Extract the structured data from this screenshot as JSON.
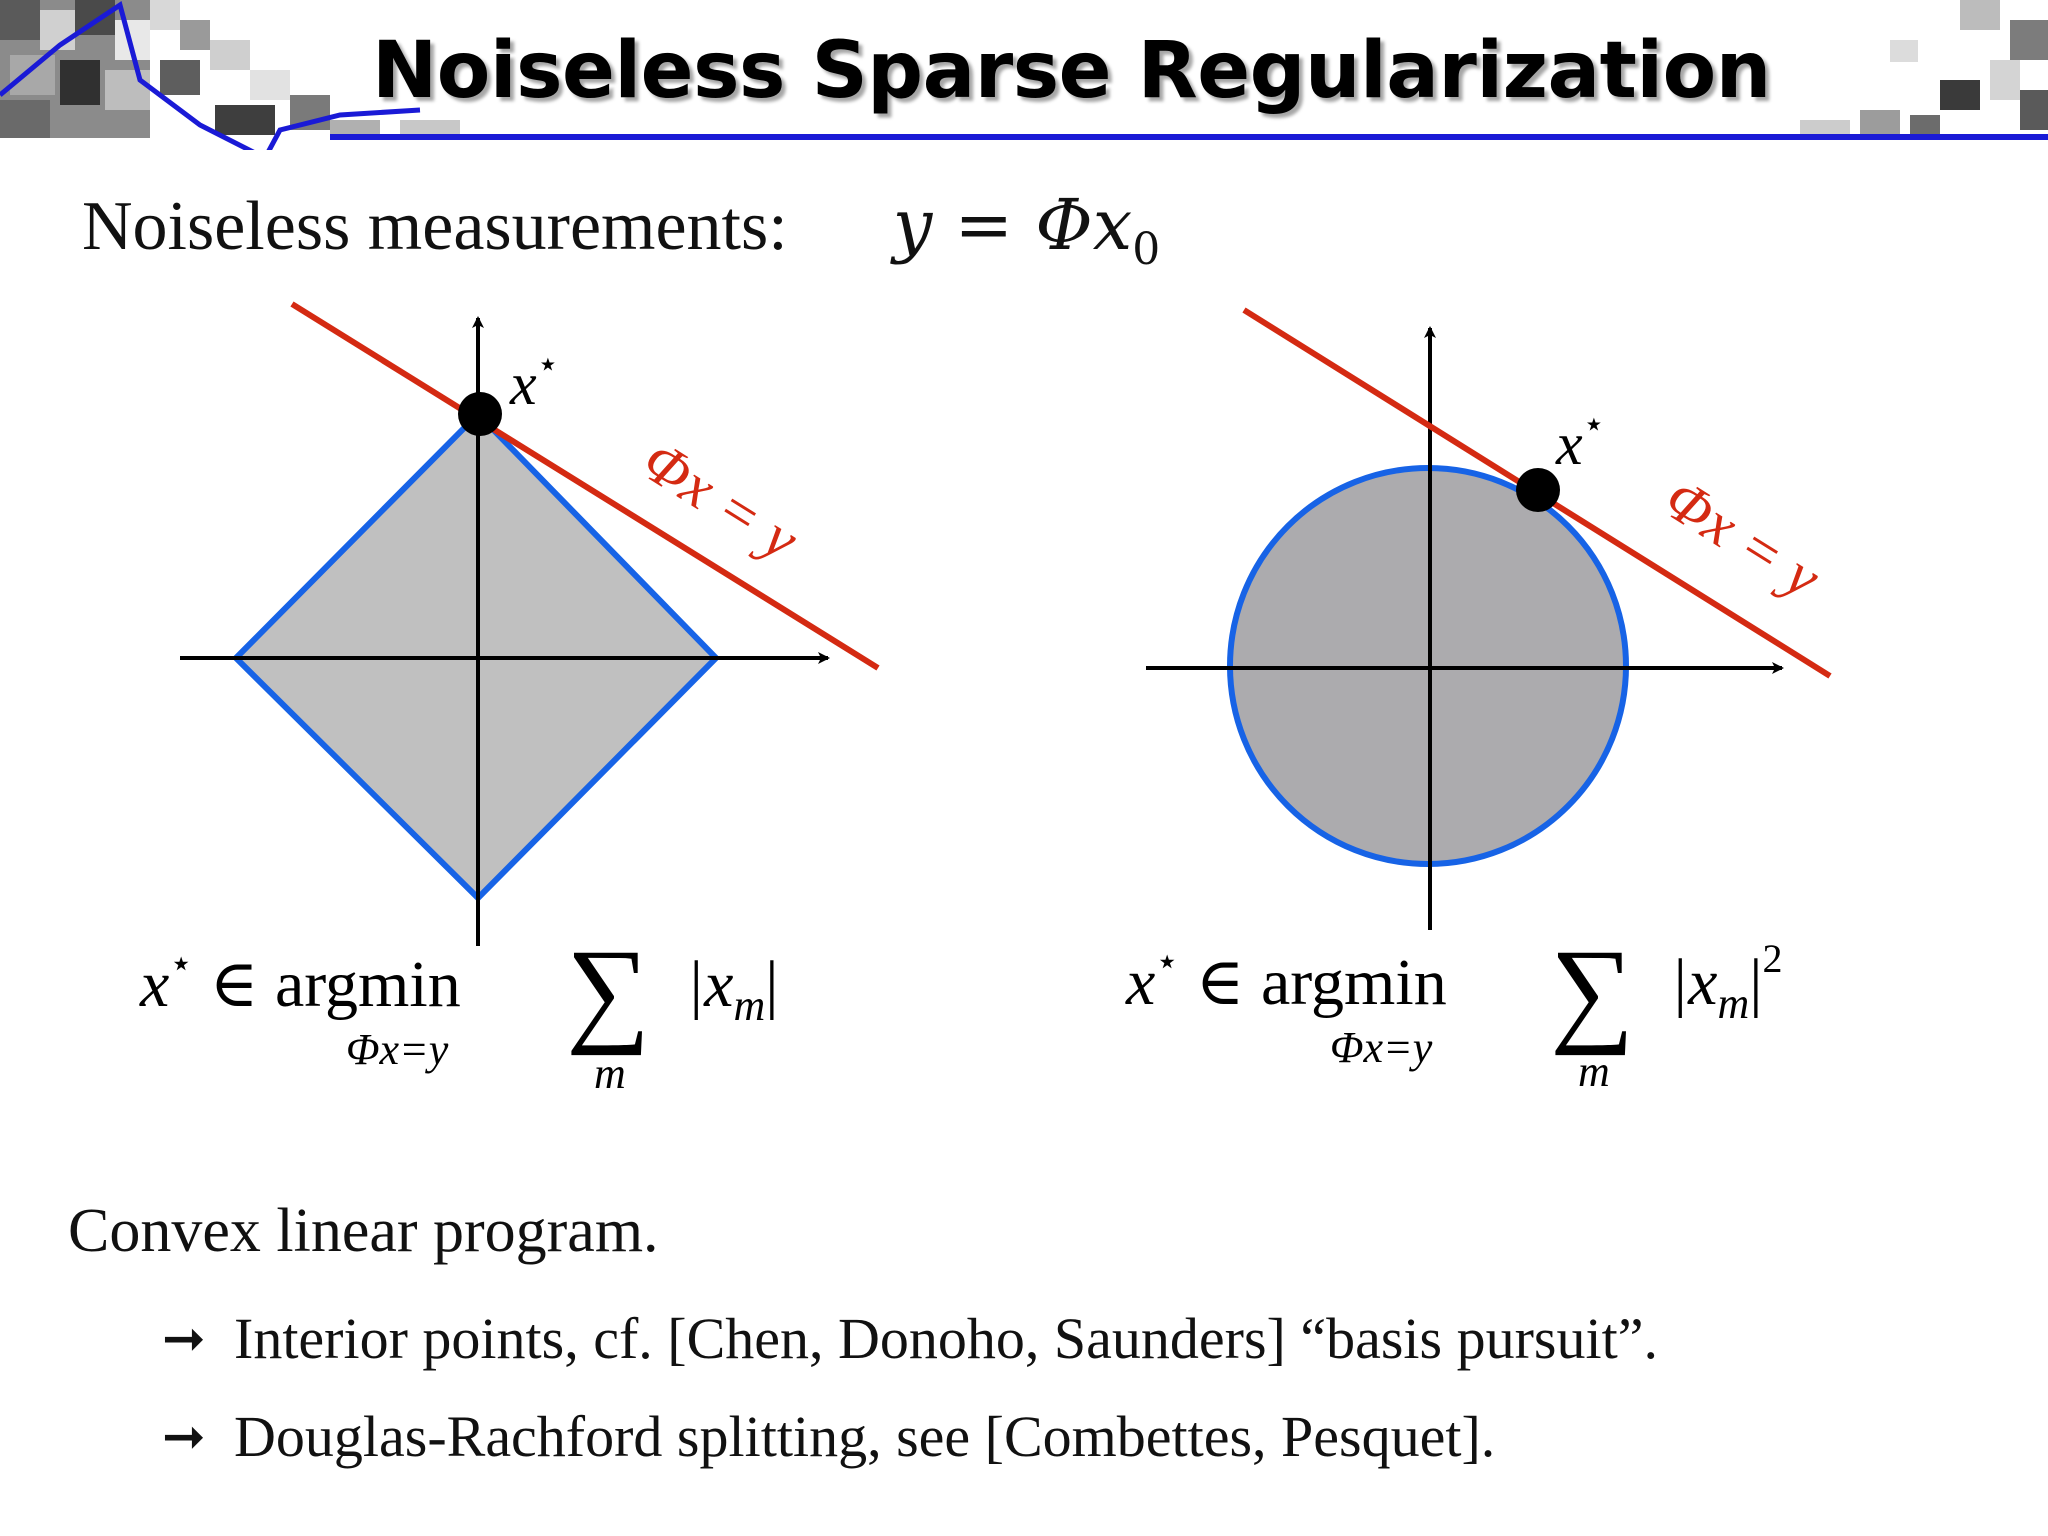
{
  "slide": {
    "title": "Noiseless Sparse Regularization",
    "measurements": {
      "label": "Noiseless measurements:",
      "eq_y": "y",
      "eq_rest": " = Φx",
      "eq_sub": "0"
    },
    "left_figure": {
      "point_label": "x",
      "star": "⋆",
      "line_label": "Φx = y",
      "formula": {
        "lhs": "x",
        "star": "⋆",
        "in": " ∈ argmin",
        "constraint": "Φx=y",
        "sum": "∑",
        "sum_index": "m",
        "body": "|x",
        "body_sub": "m",
        "body_end": "|",
        "power": ""
      }
    },
    "right_figure": {
      "point_label": "x",
      "star": "⋆",
      "line_label": "Φx = y",
      "formula": {
        "lhs": "x",
        "star": "⋆",
        "in": " ∈ argmin",
        "constraint": "Φx=y",
        "sum": "∑",
        "sum_index": "m",
        "body": "|x",
        "body_sub": "m",
        "body_end": "|",
        "power": "2"
      }
    },
    "convex_text": "Convex linear program.",
    "bullets": [
      "Interior points, cf. [Chen, Donoho, Saunders] “basis pursuit”.",
      "Douglas-Rachford splitting, see [Combettes, Pesquet]."
    ],
    "bullet_arrow": "➞",
    "colors": {
      "header_line": "#1a1ad6",
      "constraint_line": "#d42a12",
      "shape_border": "#1763e6",
      "diamond_fill": "#c0c0c0",
      "disc_fill": "#acabae",
      "line_label": "#d42a12"
    }
  }
}
